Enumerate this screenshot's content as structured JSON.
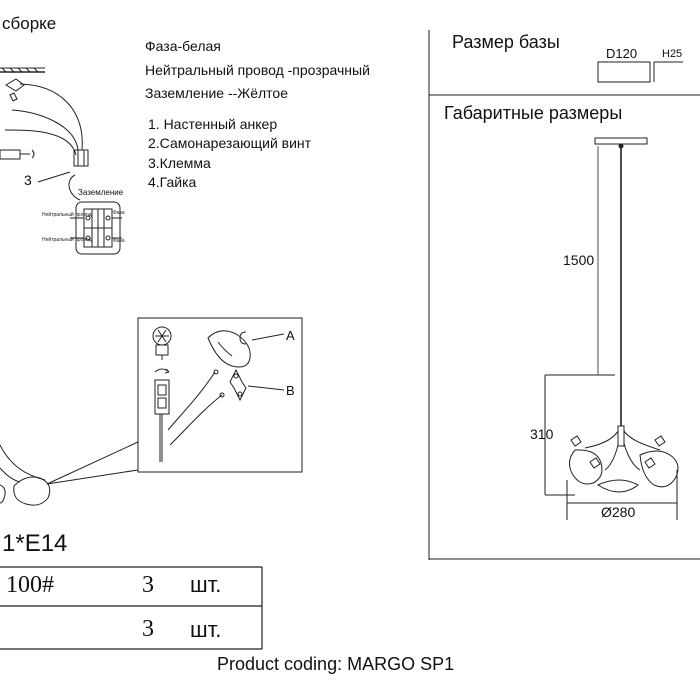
{
  "install": {
    "title_partial": "сборке",
    "wires": [
      "Фаза-белая",
      "Нейтральный провод -прозрачный",
      "Заземление --Жёлтое"
    ],
    "parts": [
      "1. Настенный анкер",
      "2.Самонарезающий винт",
      "3.Клемма",
      "4.Гайка"
    ],
    "callout_3": "3",
    "ground_label": "Заземление",
    "terminal_labels": [
      "Нейтральный провод",
      "Фаза",
      "Нейтральный провод",
      "Фаза"
    ]
  },
  "detail": {
    "label_a": "A",
    "label_b": "B"
  },
  "base": {
    "title": "Размер базы",
    "diameter": "D120",
    "height": "H25"
  },
  "overall": {
    "title": "Габаритные размеры",
    "cable_length": "1500",
    "height": "310",
    "diameter": "Ø280"
  },
  "bulb": {
    "spec": "1*E14"
  },
  "table": {
    "rows": [
      {
        "code": "100#",
        "qty": "3",
        "unit": "шт."
      },
      {
        "code": "",
        "qty": "3",
        "unit": "шт."
      }
    ]
  },
  "footer": {
    "product_coding": "Product coding: MARGO SP1"
  }
}
